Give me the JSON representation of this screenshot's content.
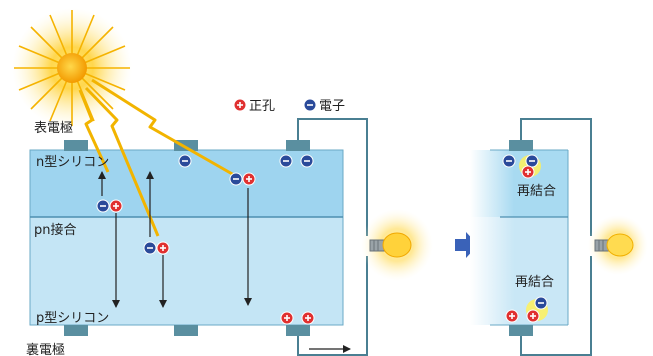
{
  "legend": {
    "hole": "正孔",
    "electron": "電子"
  },
  "labels": {
    "front_electrode": "表電極",
    "n_type": "n型シリコン",
    "pn_junction": "pn接合",
    "p_type": "p型シリコン",
    "back_electrode": "裏電極",
    "recombination_top": "再結合",
    "recombination_bottom": "再結合"
  },
  "colors": {
    "n_layer": "#9ed4ef",
    "p_layer": "#c4e5f5",
    "electrode": "#5a8fa0",
    "wire": "#4a7f92",
    "hole": "#e03030",
    "electron": "#2a4a9a",
    "sun": "#f6a800",
    "arrow": "#3a62b8"
  },
  "icons": {
    "sun": "sun-icon",
    "bulb": "light-bulb-icon",
    "process_arrow": "right-arrow-icon",
    "hole": "plus-circle-icon",
    "electron": "minus-circle-icon"
  }
}
